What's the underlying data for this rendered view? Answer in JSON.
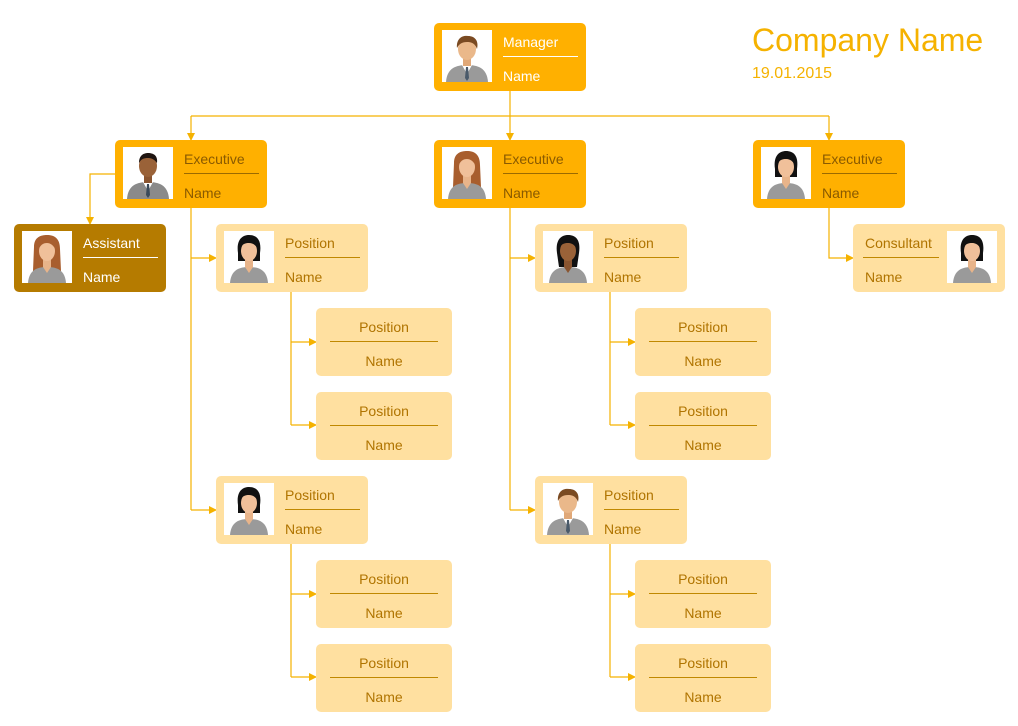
{
  "header": {
    "company": "Company Name",
    "date": "19.01.2015"
  },
  "colors": {
    "manager": "#FFB000",
    "assistant": "#B57B00",
    "position": "#FFE0A0",
    "connector": "#F5B200",
    "title": "#F5B200"
  },
  "nodes": {
    "manager": {
      "role": "Manager",
      "name": "Name",
      "icon": "man-suit-icon"
    },
    "exec_left": {
      "role": "Executive",
      "name": "Name",
      "icon": "man-dark-icon"
    },
    "exec_mid": {
      "role": "Executive",
      "name": "Name",
      "icon": "woman-long-hair-icon"
    },
    "exec_right": {
      "role": "Executive",
      "name": "Name",
      "icon": "woman-bob-icon"
    },
    "assistant": {
      "role": "Assistant",
      "name": "Name",
      "icon": "woman-long-hair-icon"
    },
    "pos_l1": {
      "role": "Position",
      "name": "Name",
      "icon": "woman-bob-icon"
    },
    "pos_l1a": {
      "role": "Position",
      "name": "Name"
    },
    "pos_l1b": {
      "role": "Position",
      "name": "Name"
    },
    "pos_l2": {
      "role": "Position",
      "name": "Name",
      "icon": "woman-bob-icon"
    },
    "pos_l2a": {
      "role": "Position",
      "name": "Name"
    },
    "pos_l2b": {
      "role": "Position",
      "name": "Name"
    },
    "pos_m1": {
      "role": "Position",
      "name": "Name",
      "icon": "woman-dark-icon"
    },
    "pos_m1a": {
      "role": "Position",
      "name": "Name"
    },
    "pos_m1b": {
      "role": "Position",
      "name": "Name"
    },
    "pos_m2": {
      "role": "Position",
      "name": "Name",
      "icon": "man-suit-icon"
    },
    "pos_m2a": {
      "role": "Position",
      "name": "Name"
    },
    "pos_m2b": {
      "role": "Position",
      "name": "Name"
    },
    "consultant": {
      "role": "Consultant",
      "name": "Name",
      "icon": "woman-bob-icon"
    }
  }
}
